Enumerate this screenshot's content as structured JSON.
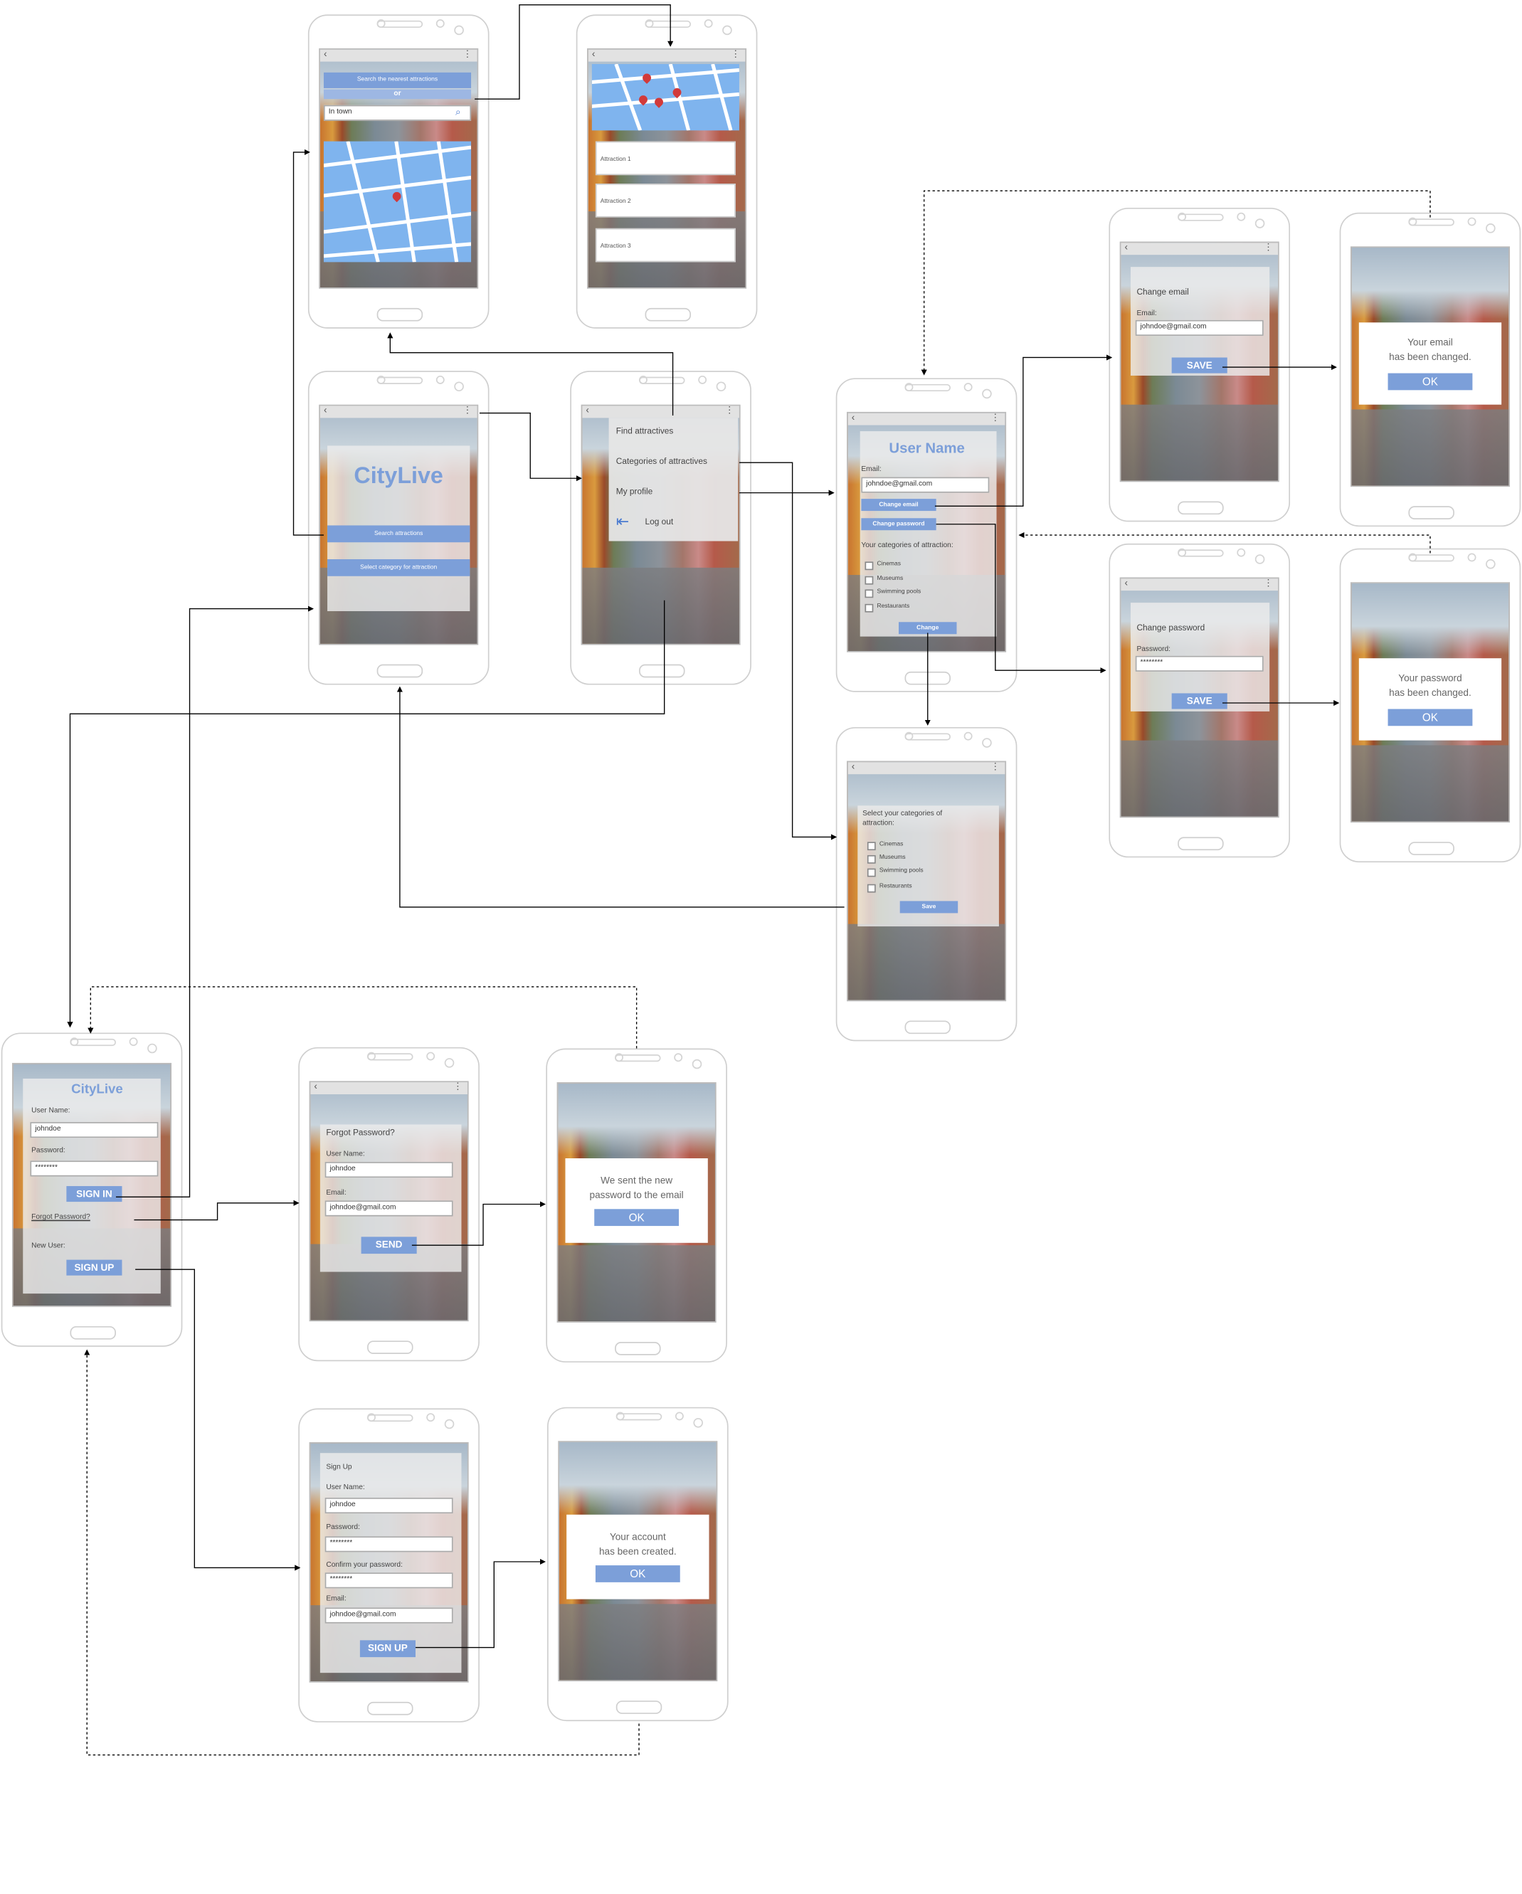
{
  "colors": {
    "accent": "#7c9fd9",
    "title": "#7c9fd9",
    "connector": "#000000"
  },
  "icons": {
    "back": "chevron-left-icon",
    "menu": "kebab-menu-icon",
    "search": "search-icon",
    "pin": "map-pin-icon",
    "logout": "logout-icon"
  },
  "search_screen": {
    "nearest_btn": "Search the nearest attractions",
    "or": "or",
    "search_placeholder": "In town"
  },
  "results_screen": {
    "items": [
      "Attraction 1",
      "Attraction 2",
      "Attraction 3"
    ]
  },
  "home_screen": {
    "title": "CityLive",
    "search_btn": "Search attractions",
    "category_btn": "Select category for attraction"
  },
  "menu_screen": {
    "items": [
      "Find attractives",
      "Categories of attractives",
      "My profile",
      "Log out"
    ]
  },
  "profile_screen": {
    "username": "User Name",
    "email_label": "Email:",
    "email_value": "johndoe@gmail.com",
    "change_email_btn": "Change email",
    "change_password_btn": "Change password",
    "categories_label": "Your categories of attraction:",
    "categories": [
      "Cinemas",
      "Museums",
      "Swimming pools",
      "Restaurants"
    ],
    "change_btn": "Change"
  },
  "categories_screen": {
    "title": "Select your categories of attraction:",
    "categories": [
      "Cinemas",
      "Museums",
      "Swimming pools",
      "Restaurants"
    ],
    "save_btn": "Save"
  },
  "change_email_screen": {
    "title": "Change email",
    "email_label": "Email:",
    "email_value": "johndoe@gmail.com",
    "save_btn": "SAVE"
  },
  "email_changed_dialog": {
    "line1": "Your email",
    "line2": "has been changed.",
    "ok": "OK"
  },
  "change_password_screen": {
    "title": "Change password",
    "password_label": "Password:",
    "password_value": "********",
    "save_btn": "SAVE"
  },
  "password_changed_dialog": {
    "line1": "Your password",
    "line2": "has been changed.",
    "ok": "OK"
  },
  "login_screen": {
    "title": "CityLive",
    "username_label": "User Name:",
    "username_value": "johndoe",
    "password_label": "Password:",
    "password_value": "********",
    "signin_btn": "SIGN IN",
    "forgot_link": "Forgot Password?",
    "new_user_label": "New User:",
    "signup_btn": "SIGN UP"
  },
  "forgot_screen": {
    "title": "Forgot Password?",
    "username_label": "User Name:",
    "username_value": "johndoe",
    "email_label": "Email:",
    "email_value": "johndoe@gmail.com",
    "send_btn": "SEND"
  },
  "forgot_dialog": {
    "line1": "We sent the new",
    "line2": "password to the email",
    "ok": "OK"
  },
  "signup_screen": {
    "title": "Sign Up",
    "username_label": "User Name:",
    "username_value": "johndoe",
    "password_label": "Password:",
    "password_value": "********",
    "confirm_label": "Confirm your password:",
    "confirm_value": "********",
    "email_label": "Email:",
    "email_value": "johndoe@gmail.com",
    "signup_btn": "SIGN UP"
  },
  "signup_dialog": {
    "line1": "Your account",
    "line2": "has been created.",
    "ok": "OK"
  }
}
